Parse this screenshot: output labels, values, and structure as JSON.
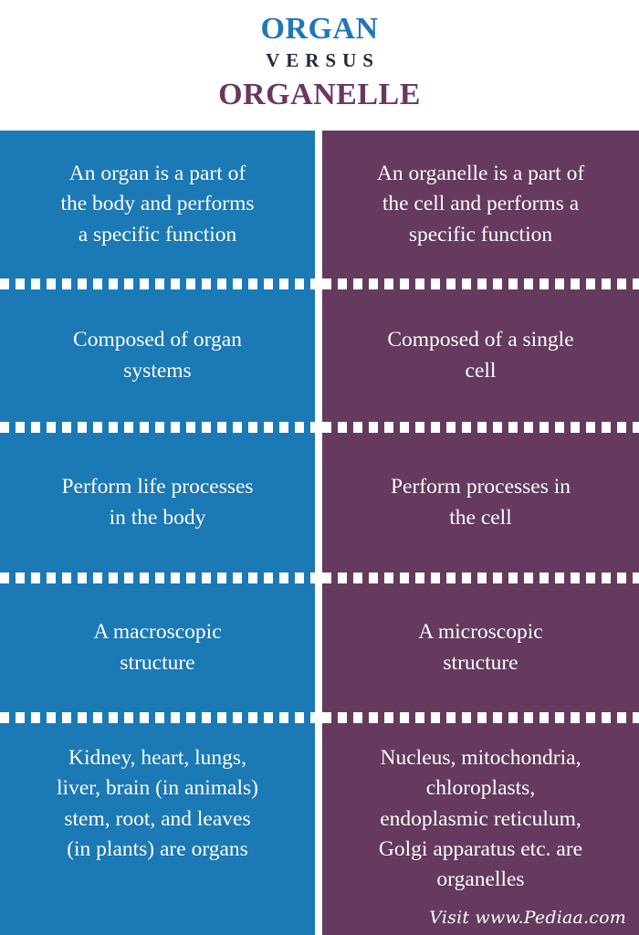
{
  "header": {
    "title_primary": "ORGAN",
    "title_versus": "VERSUS",
    "title_secondary": "ORGANELLE",
    "color_primary": "#2176b8",
    "color_versus": "#222c3c",
    "color_secondary": "#6b3661"
  },
  "colors": {
    "left_panel": "#1b7ab5",
    "right_panel": "#653a5e",
    "text": "#ffffff",
    "background": "#ffffff",
    "divider": "#ffffff"
  },
  "comparison": {
    "left_column_label": "ORGAN",
    "right_column_label": "ORGANELLE",
    "rows": [
      {
        "left": "An organ is a part of\nthe body and performs\na specific function",
        "right": "An organelle is a part of\nthe cell and performs a\nspecific function"
      },
      {
        "left": "Composed of organ\nsystems",
        "right": "Composed of a single\ncell"
      },
      {
        "left": "Perform life processes\nin the body",
        "right": "Perform processes in\nthe cell"
      },
      {
        "left": "A macroscopic\nstructure",
        "right": "A microscopic\nstructure"
      },
      {
        "left": "Kidney, heart, lungs,\nliver, brain (in animals)\nstem, root, and leaves\n(in plants) are organs",
        "right": "Nucleus, mitochondria,\nchloroplasts,\nendoplasmic reticulum,\nGolgi apparatus etc. are\norganelles"
      }
    ]
  },
  "footer": {
    "credit": "Visit www.Pediaa.com"
  }
}
